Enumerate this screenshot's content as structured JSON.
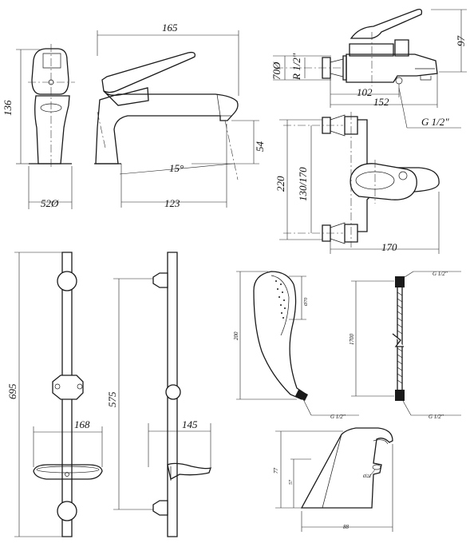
{
  "basin_mixer": {
    "width": "165",
    "height": "136",
    "base_diameter": "52Ø",
    "spout_reach": "123",
    "spout_height": "54",
    "swivel_angle": "15°"
  },
  "bath_mixer": {
    "total_height": "97",
    "eccentric_diameter": "70Ø",
    "connection": "R 1/2\"",
    "depth": "102",
    "length": "152",
    "outlet_thread": "G 1/2\"",
    "inlet_spacing_outer": "220",
    "inlet_spacing_range": "130/170",
    "body_width": "170"
  },
  "slide_rail": {
    "rail_height": "695",
    "tray_width": "168",
    "slider_travel": "575",
    "holder_width": "145"
  },
  "hand_shower": {
    "length": "200",
    "head_diameter": "Ø70",
    "thread": "G 1/2\""
  },
  "hose": {
    "length": "1700",
    "thread_top": "G 1/2\"",
    "thread_bottom": "G 1/2\""
  },
  "wall_holder": {
    "height": "77",
    "inner_height": "57",
    "hole_diameter": "Ø21",
    "width": "88"
  },
  "icons": [
    "basin-mixer",
    "bath-mixer",
    "slide-rail",
    "hand-shower",
    "shower-hose",
    "wall-holder"
  ]
}
